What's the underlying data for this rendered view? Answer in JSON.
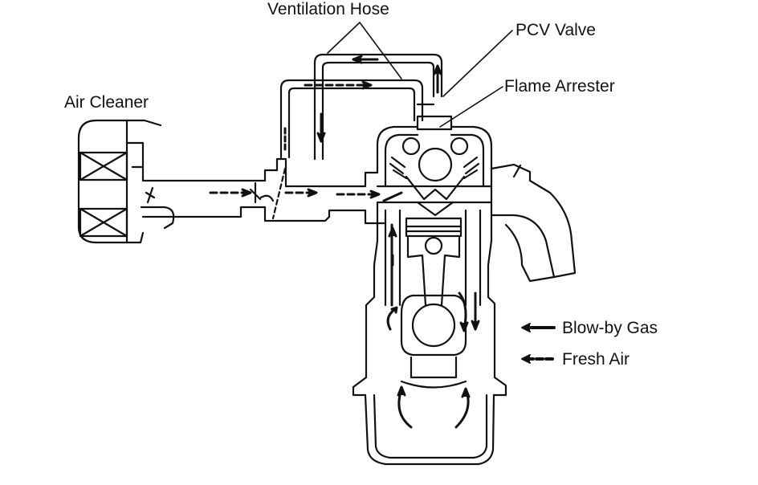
{
  "labels": {
    "ventilation_hose": "Ventilation Hose",
    "pcv_valve": "PCV Valve",
    "flame_arrester": "Flame Arrester",
    "air_cleaner": "Air Cleaner"
  },
  "legend": {
    "blow_by": "Blow-by Gas",
    "fresh_air": "Fresh Air"
  },
  "colors": {
    "ink": "#111111",
    "paper": "#ffffff"
  }
}
